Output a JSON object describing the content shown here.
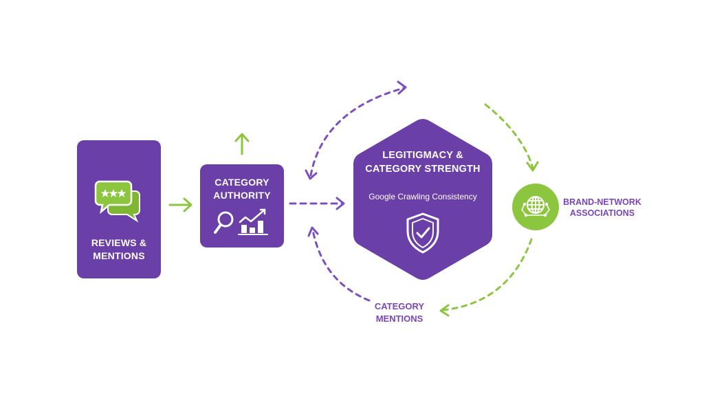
{
  "colors": {
    "purple": "#6a3fa8",
    "purple_line": "#7b4fc0",
    "green": "#8cc63f",
    "green_line": "#8cc63f",
    "label_purple": "#7a45b8",
    "white": "#ffffff"
  },
  "nodes": {
    "reviews": {
      "label_line1": "REVIEWS &",
      "label_line2": "MENTIONS",
      "icon": "chat-stars-icon"
    },
    "authority": {
      "label_line1": "CATEGORY",
      "label_line2": "AUTHORITY",
      "icon": "search-growth-chart-icon"
    },
    "legitimacy": {
      "title_line1": "LEGITIGMACY &",
      "title_line2": "CATEGORY STRENGTH",
      "subtitle": "Google Crawling Consistency",
      "icon": "shield-check-icon"
    },
    "brand_network": {
      "label_line1": "BRAND-NETWORK",
      "label_line2": "ASSOCIATIONS",
      "icon": "globe-network-icon"
    },
    "category_mentions": {
      "label_line1": "CATEGORY",
      "label_line2": "MENTIONS"
    }
  },
  "connectors": [
    {
      "from": "reviews",
      "to": "authority",
      "style": "solid",
      "color": "green"
    },
    {
      "from": "authority",
      "to": "up",
      "style": "solid",
      "color": "green"
    },
    {
      "from": "authority",
      "to": "legitimacy",
      "style": "dashed",
      "color": "purple"
    },
    {
      "from": "legitimacy-left",
      "to": "top",
      "style": "dashed-bidirectional",
      "color": "purple"
    },
    {
      "from": "top-right",
      "to": "brand_network",
      "style": "dashed",
      "color": "green"
    },
    {
      "from": "brand_network",
      "to": "category_mentions",
      "style": "dashed",
      "color": "green"
    },
    {
      "from": "category_mentions",
      "to": "authority",
      "style": "dashed",
      "color": "purple"
    }
  ]
}
